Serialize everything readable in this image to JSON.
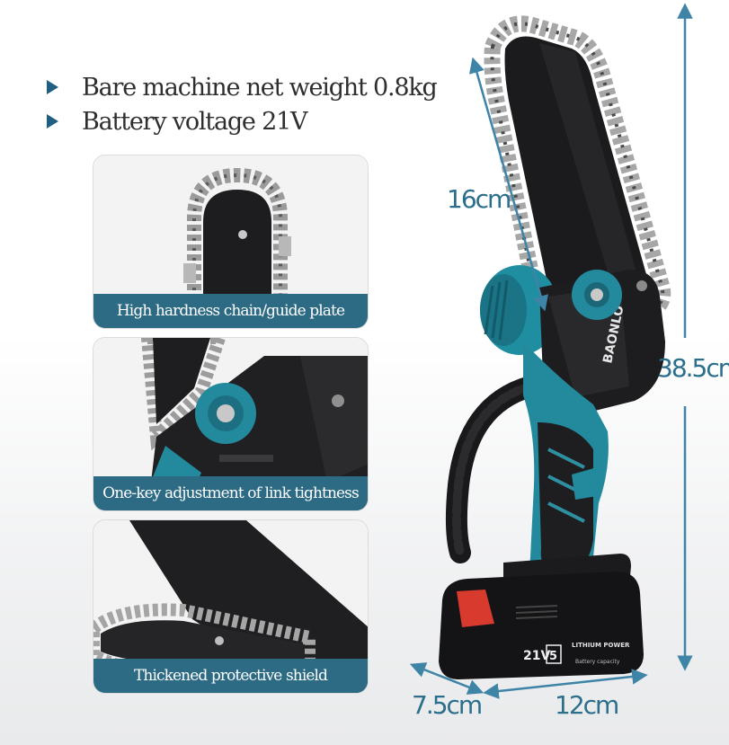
{
  "specs": [
    {
      "text": "Bare machine net weight 0.8kg"
    },
    {
      "text": "Battery voltage 21V"
    }
  ],
  "features": [
    {
      "caption": "High hardness chain/guide plate"
    },
    {
      "caption": "One-key adjustment of link tightness"
    },
    {
      "caption": "Thickened protective shield"
    }
  ],
  "dimensions": {
    "bar": "16cm",
    "height": "38.5cm",
    "depth": "7.5cm",
    "width": "12cm"
  },
  "product": {
    "head_logo": "BAONLO",
    "battery_voltage": "21V",
    "battery_capacity": "5",
    "battery_label": "LITHIUM POWER",
    "battery_sub": "Battery capacity"
  },
  "colors": {
    "accent": "#1f5f82",
    "caption_bg": "#2d6b85",
    "tool_teal": "#23899c",
    "dimension_text": "#2c6f8c"
  }
}
